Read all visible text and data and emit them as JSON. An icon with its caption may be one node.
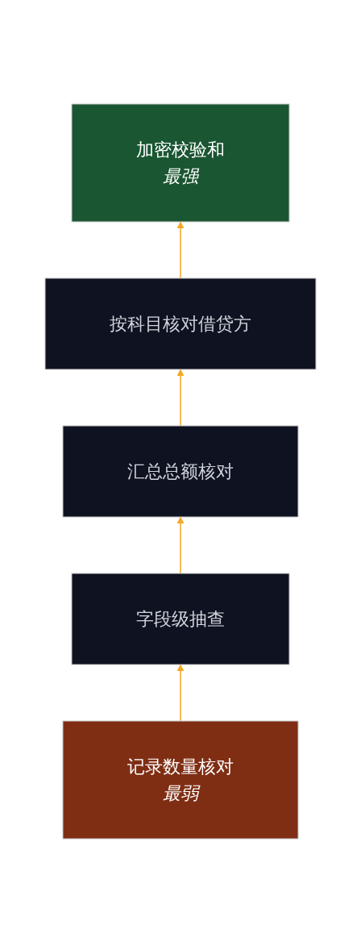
{
  "diagram": {
    "nodes": [
      {
        "text": [
          "加密校验和",
          "最强"
        ]
      },
      {
        "text": [
          "按科目核对借贷方"
        ]
      },
      {
        "text": [
          "汇总总额核对"
        ]
      },
      {
        "text": [
          "字段级抽查"
        ]
      },
      {
        "text": [
          "记录数量核对",
          "最弱"
        ]
      }
    ],
    "edges": [
      {
        "from": 4,
        "to": 3,
        "arrow": "to"
      },
      {
        "from": 3,
        "to": 2,
        "arrow": "to"
      },
      {
        "from": 2,
        "to": 1,
        "arrow": "to"
      },
      {
        "from": 1,
        "to": 0,
        "arrow": "to"
      }
    ]
  }
}
